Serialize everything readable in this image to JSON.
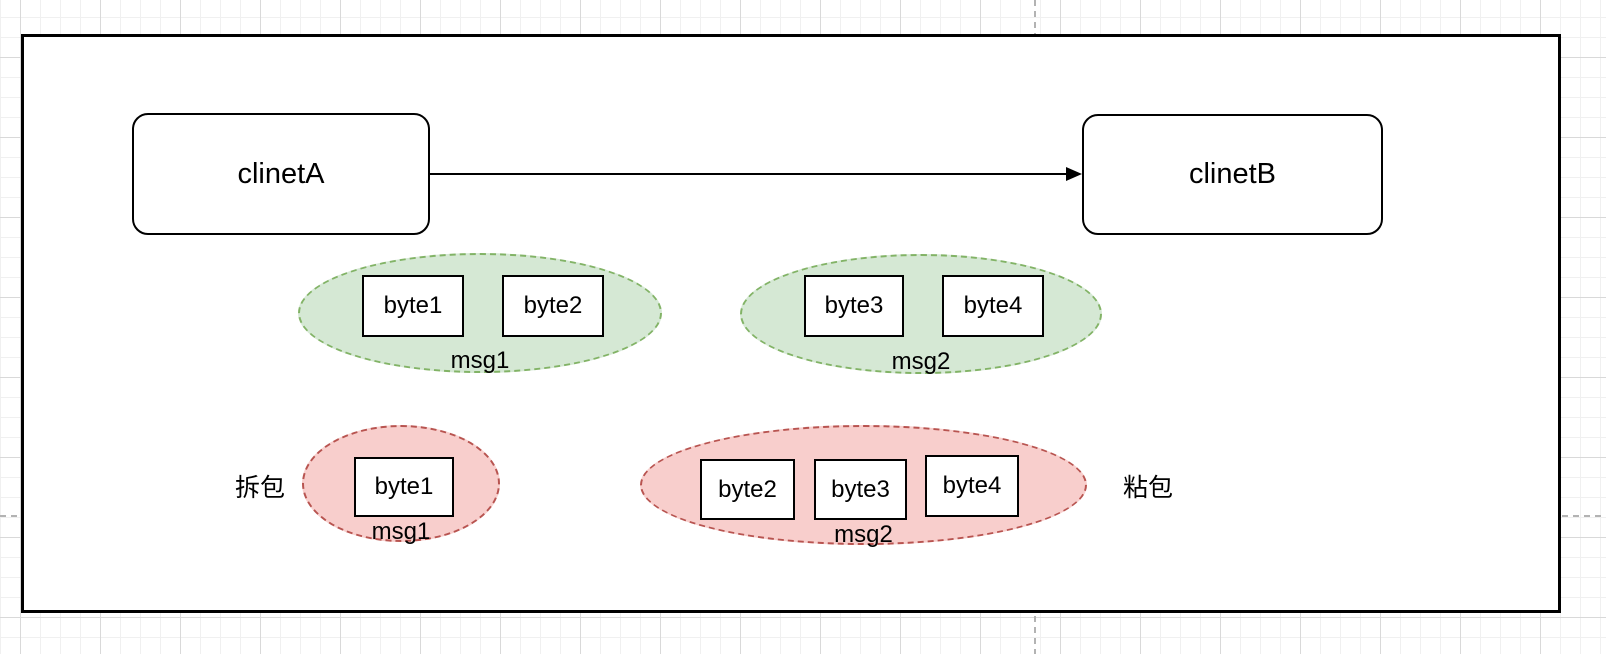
{
  "canvas": {
    "colors": {
      "green_fill": "#d5e8d4",
      "green_stroke": "#82b366",
      "red_fill": "#f8cecc",
      "red_stroke": "#b85450",
      "shape_stroke": "#000000",
      "grid_minor": "#f0f0f0",
      "grid_major": "#d9d9d9",
      "page_boundary": "#b3b3b3"
    }
  },
  "nodes": {
    "clientA": {
      "label": "clinetA"
    },
    "clientB": {
      "label": "clinetB"
    }
  },
  "sent": {
    "msg1": {
      "label": "msg1",
      "bytes": [
        "byte1",
        "byte2"
      ]
    },
    "msg2": {
      "label": "msg2",
      "bytes": [
        "byte3",
        "byte4"
      ]
    }
  },
  "received": {
    "msg1": {
      "label": "msg1",
      "bytes": [
        "byte1"
      ]
    },
    "msg2": {
      "label": "msg2",
      "bytes": [
        "byte2",
        "byte3",
        "byte4"
      ]
    }
  },
  "annotations": {
    "unpack": "拆包",
    "sticky": "粘包"
  }
}
